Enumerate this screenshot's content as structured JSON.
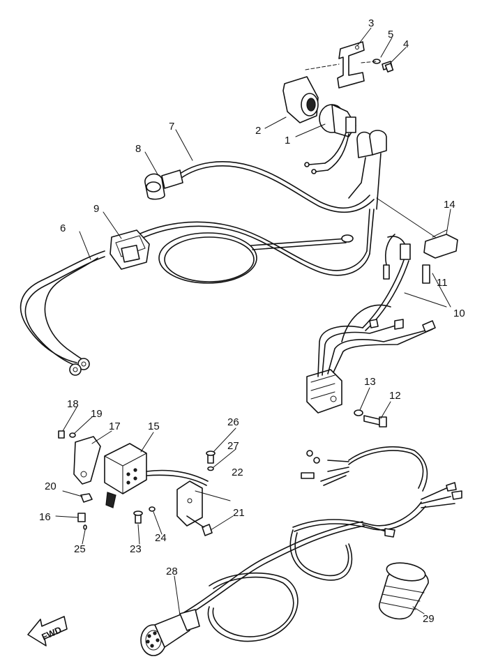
{
  "callouts": [
    {
      "id": "1",
      "text": "1"
    },
    {
      "id": "2",
      "text": "2"
    },
    {
      "id": "3",
      "text": "3"
    },
    {
      "id": "4",
      "text": "4"
    },
    {
      "id": "5",
      "text": "5"
    },
    {
      "id": "6",
      "text": "6"
    },
    {
      "id": "7",
      "text": "7"
    },
    {
      "id": "8",
      "text": "8"
    },
    {
      "id": "9",
      "text": "9"
    },
    {
      "id": "10",
      "text": "10"
    },
    {
      "id": "11",
      "text": "11"
    },
    {
      "id": "12",
      "text": "12"
    },
    {
      "id": "13",
      "text": "13"
    },
    {
      "id": "14",
      "text": "14"
    },
    {
      "id": "15",
      "text": "15"
    },
    {
      "id": "16",
      "text": "16"
    },
    {
      "id": "17",
      "text": "17"
    },
    {
      "id": "18",
      "text": "18"
    },
    {
      "id": "19",
      "text": "19"
    },
    {
      "id": "20",
      "text": "20"
    },
    {
      "id": "21",
      "text": "21"
    },
    {
      "id": "22",
      "text": "22"
    },
    {
      "id": "23",
      "text": "23"
    },
    {
      "id": "24",
      "text": "24"
    },
    {
      "id": "25",
      "text": "25"
    },
    {
      "id": "26",
      "text": "26"
    },
    {
      "id": "27",
      "text": "27"
    },
    {
      "id": "28",
      "text": "28"
    },
    {
      "id": "29",
      "text": "29"
    }
  ],
  "fwd_label": "FWD"
}
